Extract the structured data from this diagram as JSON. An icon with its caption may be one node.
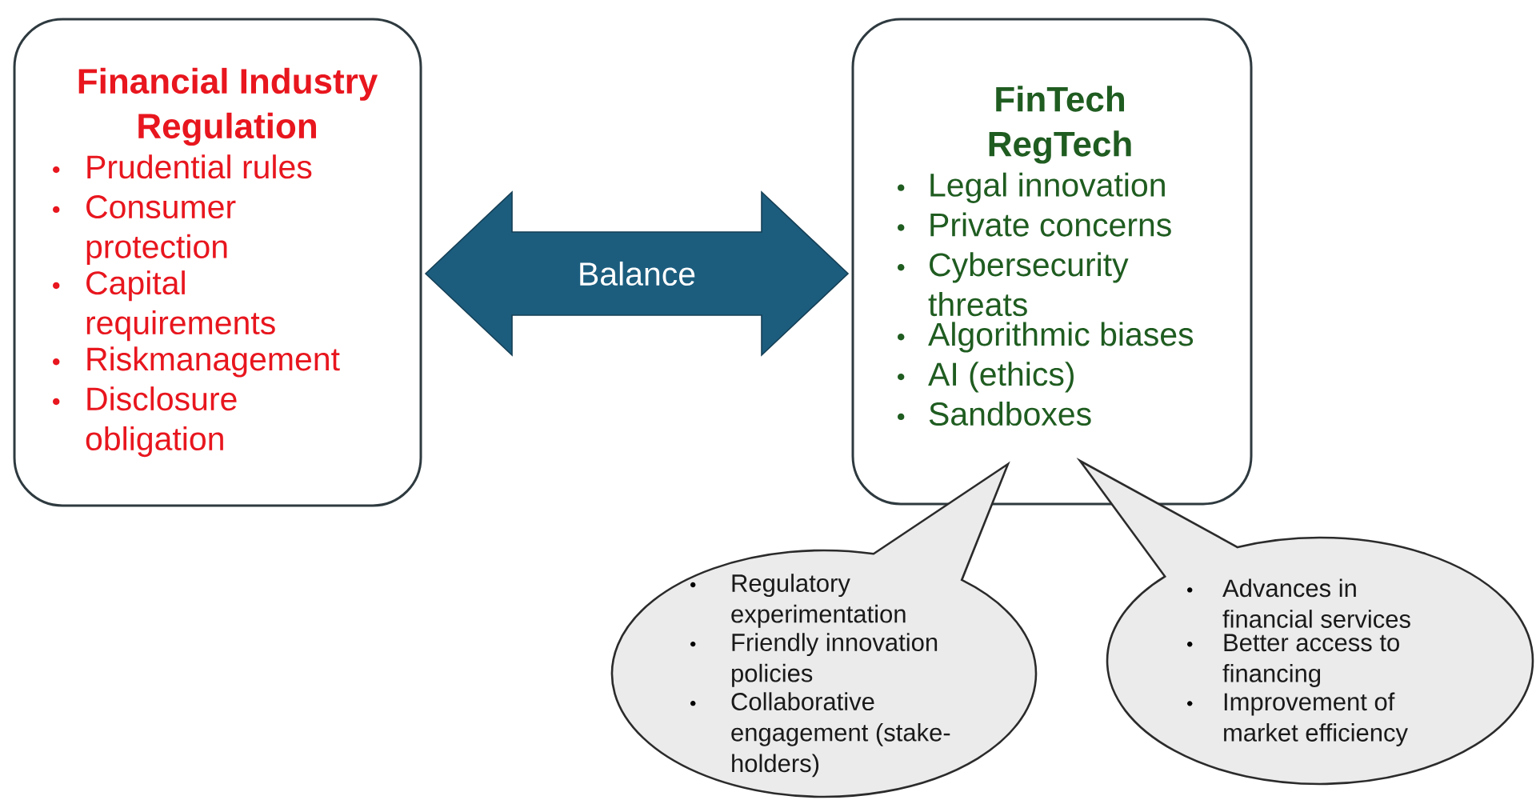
{
  "diagram": {
    "nodes": [
      {
        "text": [
          "Financial Industry Regulation",
          "Prudential rules",
          "Consumer protection",
          "Capital requirements",
          "Riskmanagement",
          "Disclosure obligation"
        ]
      },
      {
        "text": [
          "FinTech RegTech",
          "Legal innovation",
          "Private concerns",
          "Cybersecurity threats",
          "Algorithmic biases",
          "AI (ethics)",
          "Sandboxes"
        ]
      },
      {
        "text": [
          "Regulatory experimentation",
          "Friendly innovation policies",
          "Collaborative engagement (stake-holders)"
        ]
      },
      {
        "text": [
          "Advances in financial services",
          "Better access to financing",
          "Improvement of market efficiency"
        ]
      }
    ],
    "edges": [
      {
        "from": 0,
        "to": 1,
        "arrow": "both",
        "label": "Balance",
        "color": "#1c5d7e"
      }
    ]
  }
}
